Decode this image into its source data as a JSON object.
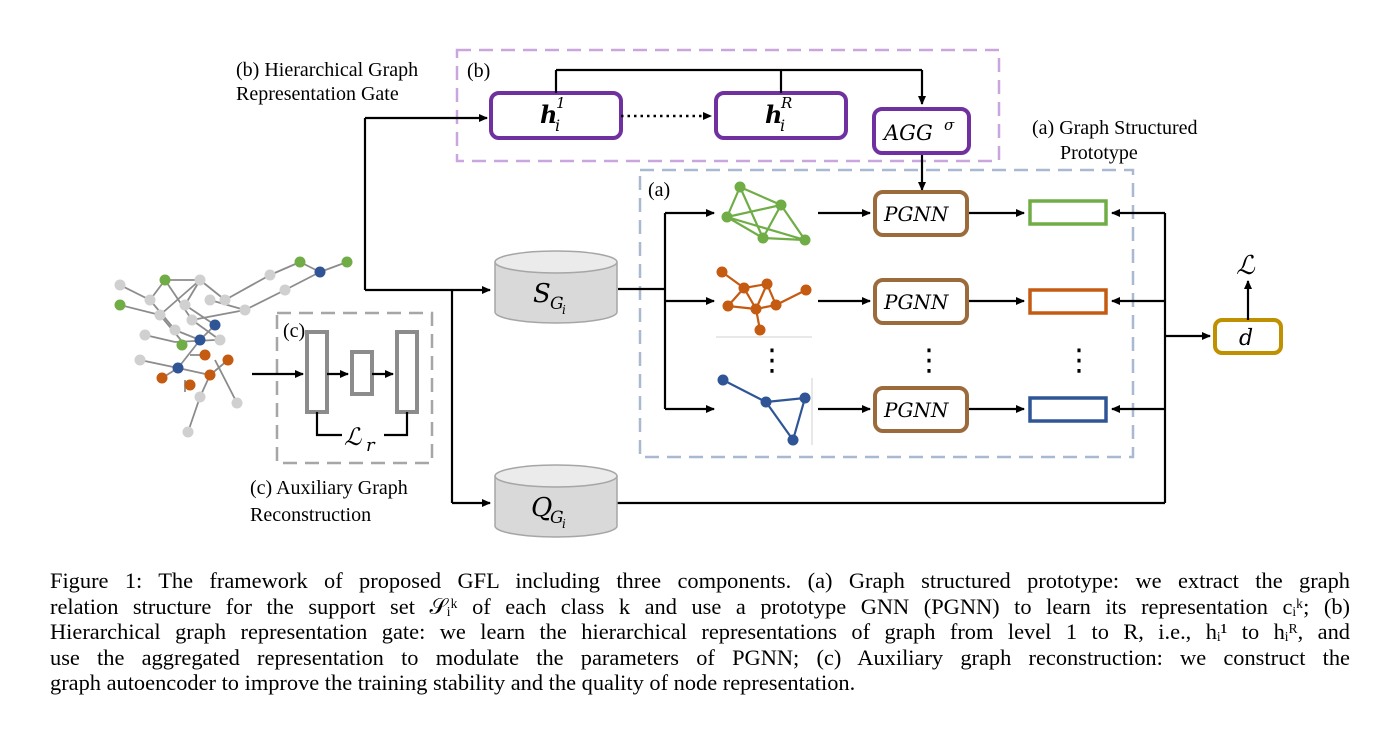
{
  "labels": {
    "hier_gate": [
      "(b) Hierarchical Graph",
      "Representation Gate"
    ],
    "b_tag": "(b)",
    "a_tag": "(a)",
    "c_tag": "(c)",
    "graph_proto": [
      "(a) Graph Structured",
      "Prototype"
    ],
    "aux_recon": [
      "(c) Auxiliary Graph",
      "Reconstruction"
    ]
  },
  "math": {
    "h": "h",
    "h1_sub": "i",
    "h1_sup": "1",
    "hR_sub": "i",
    "hR_sup": "R",
    "agg": "AGG",
    "agg_sup": "σ",
    "pgnn": "PGNN",
    "support": "S",
    "query": "Q",
    "set_sub": "G",
    "set_subsub": "i",
    "dist": "d",
    "loss": "ℒ",
    "lr": "ℒ",
    "lr_sub": "r",
    "dots": "⋮"
  },
  "colors": {
    "purple": "#7030a0",
    "brown": "#9c6b3c",
    "green": "#70ad47",
    "orange": "#c55a11",
    "blue": "#2f5597",
    "gold": "#bf9000",
    "gray": "#8c8c8c",
    "dash_purple": "#c9a6de",
    "dash_blue": "#aab9d2",
    "dash_gray": "#a6a6a6"
  },
  "caption": {
    "lines": [
      "Figure 1: The framework of proposed GFL including three components. (a) Graph structured prototype: we extract the graph",
      "relation structure for the support set 𝒮ᵢᵏ of each class k and use a prototype GNN (PGNN) to learn its representation cᵢᵏ; (b)",
      "Hierarchical graph representation gate: we learn the hierarchical representations of graph from level 1 to R, i.e., hᵢ¹ to hᵢᴿ, and",
      "use the aggregated representation to modulate the parameters of PGNN; (c) Auxiliary graph reconstruction: we construct the",
      "graph autoencoder to improve the training stability and the quality of node representation."
    ]
  }
}
